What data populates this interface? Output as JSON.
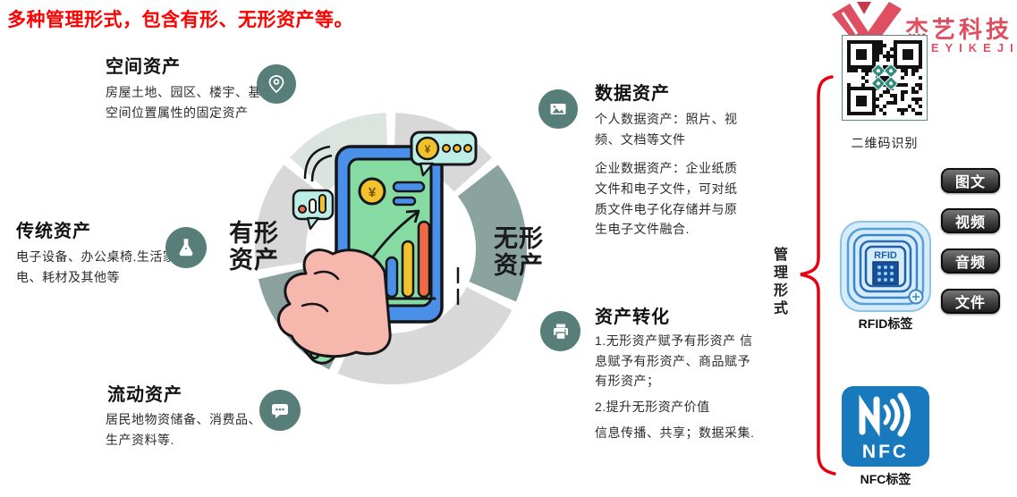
{
  "title": "多种管理形式，包含有形、无形资产等。",
  "brand": {
    "name": "杰艺科技",
    "latin": "JIEYIKEJI"
  },
  "assets": {
    "space": {
      "title": "空间资产",
      "desc": "房屋土地、园区、楼宇、基于空间位置属性的固定资产",
      "icon": "location-pin"
    },
    "traditional": {
      "title": "传统资产",
      "desc": "电子设备、办公桌椅.生活家电、耗材及其他等",
      "icon": "flask"
    },
    "current": {
      "title": "流动资产",
      "desc": "居民地物资储备、消费品、生产资料等.",
      "icon": "chat-bubble"
    },
    "data": {
      "title": "数据资产",
      "p1": "个人数据资产：照片、视频、文档等文件",
      "p2": "企业数据资产：企业纸质文件和电子文件，可对纸质文件电子化存储并与原生电子文件融合.",
      "icon": "photo"
    },
    "transform": {
      "title": "资产转化",
      "p1": "1.无形资产赋予有形资产 信息赋予有形资产、商品赋予有形资产；",
      "p2": "2.提升无形资产价值",
      "p3": "信息传播、共享；数据采集.",
      "icon": "printer"
    }
  },
  "ring": {
    "tangible": {
      "line1": "有形",
      "line2": "资产"
    },
    "intangible": {
      "line1": "无形",
      "line2": "资产"
    },
    "segment_colors": [
      "#d8d8d8",
      "#8ba39e",
      "#d8d8d8",
      "#8aa19e",
      "#d8d8d8",
      "#dce4e0"
    ]
  },
  "right_panel": {
    "group_label": "管理形式",
    "qr": {
      "label": "二维码识别"
    },
    "rfid": {
      "label": "RFID标签",
      "chip_text": "RFID"
    },
    "nfc": {
      "label": "NFC标签",
      "logo_text": "NFC"
    },
    "media_tags": [
      "图文",
      "视频",
      "音频",
      "文件"
    ]
  },
  "colors": {
    "title_red": "#ff0000",
    "brace_red": "#e60012",
    "icon_teal": "#577e78",
    "phone_blue": "#4a90e8",
    "screen_green": "#85dba2",
    "coin_yellow": "#f2c12e",
    "bar_orange": "#ef6a45",
    "bubble_teal": "#bdeee6",
    "tag_chip_dark": "#3a3a3a",
    "nfc_blue": "#1879bc",
    "brand_red": "#de4f61"
  }
}
